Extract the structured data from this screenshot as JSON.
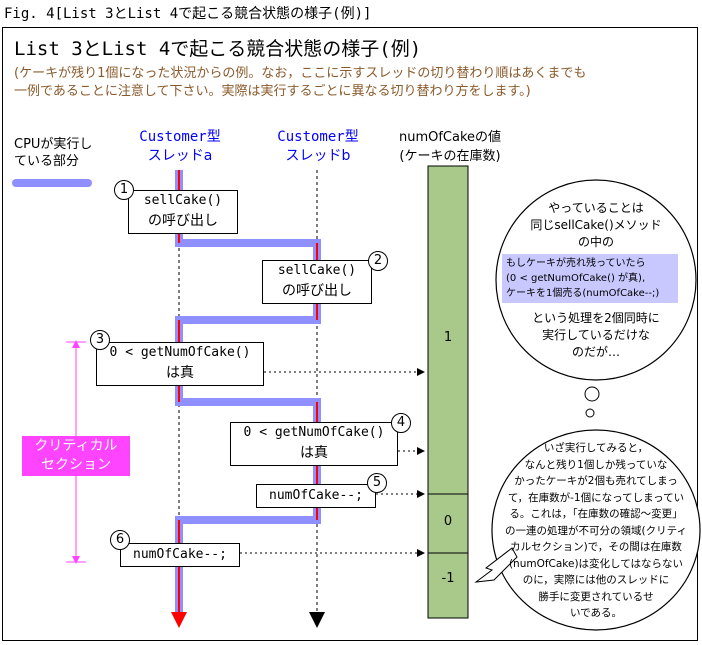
{
  "caption": "Fig. 4[List 3とList 4で起こる競合状態の様子(例)]",
  "title": "List 3とList 4で起こる競合状態の様子(例)",
  "note_lines": [
    "(ケーキが残り1個になった状況からの例。なお，ここに示すスレッドの切り替わり順はあくまでも",
    "一例であることに注意して下さい。実際は実行するごとに異なる切り替わり方をします。)"
  ],
  "legend": {
    "line1": "CPUが実行し",
    "line2": "ている部分",
    "color": "#8f8fff"
  },
  "thread_a": {
    "line1": "Customer型",
    "line2": "スレッドa",
    "color": "#0000ff"
  },
  "thread_b": {
    "line1": "Customer型",
    "line2": "スレッドb",
    "color": "#0000ff"
  },
  "stock_header": {
    "line1": "numOfCakeの値",
    "line2": "(ケーキの在庫数)"
  },
  "stock_values": [
    "1",
    "0",
    "-1"
  ],
  "steps": [
    {
      "num": "1",
      "line1": "sellCake()",
      "line2": "の呼び出し"
    },
    {
      "num": "2",
      "line1": "sellCake()",
      "line2": "の呼び出し"
    },
    {
      "num": "3",
      "line1": "0 < getNumOfCake()",
      "line2": "は真"
    },
    {
      "num": "4",
      "line1": "0 < getNumOfCake()",
      "line2": "は真"
    },
    {
      "num": "5",
      "line1": "numOfCake--;"
    },
    {
      "num": "6",
      "line1": "numOfCake--;"
    }
  ],
  "critical_section": {
    "line1": "クリティカル",
    "line2": "セクション",
    "color": "#ff44ff"
  },
  "bubble_top": {
    "lines_a": [
      "やっていることは",
      "同じsellCake()メソッド",
      "の中の"
    ],
    "hl_lines": [
      "もしケーキが売れ残っていたら",
      "(0 < getNumOfCake() が真),",
      "ケーキを1個売る(numOfCake--;)"
    ],
    "lines_b": [
      "という処理を2個同時に",
      "実行しているだけな",
      "のだが…"
    ]
  },
  "bubble_bottom": {
    "lines": [
      "いざ実行してみると，",
      "なんと残り1個しか残っていな",
      "かったケーキが2個も売れてしまっ",
      "て，在庫数が-1個になってしまってい",
      "る。これは，「在庫数の確認～変更」",
      "の一連の処理が不可分の領域(クリティ",
      "カルセクション)で，その間は在庫数",
      "(numOfCake)は変化してはならない",
      "のに，実際には他のスレッドに",
      "勝手に変更されているせ",
      "いである。"
    ]
  },
  "colors": {
    "stock_bar": "#a9c98b",
    "highlight": "#c8c8ff",
    "arrow_red": "#ff0000",
    "cpu_band": "#8f8fff",
    "note": "#8b5a2b"
  }
}
